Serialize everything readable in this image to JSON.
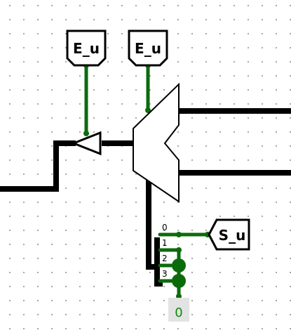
{
  "input_pins": [
    {
      "label": "E_u"
    },
    {
      "label": "E_u"
    }
  ],
  "output_pin": {
    "label": "S_u"
  },
  "splitter_bits": [
    "0",
    "1",
    "2",
    "3"
  ],
  "constant": {
    "value": "0"
  },
  "colors": {
    "bus": "#000000",
    "single_wire": "#0b6b0b",
    "constant_text": "#0b8a0b",
    "constant_bg": "#e3e3e3",
    "grid_dot": "#9a9a9a"
  }
}
